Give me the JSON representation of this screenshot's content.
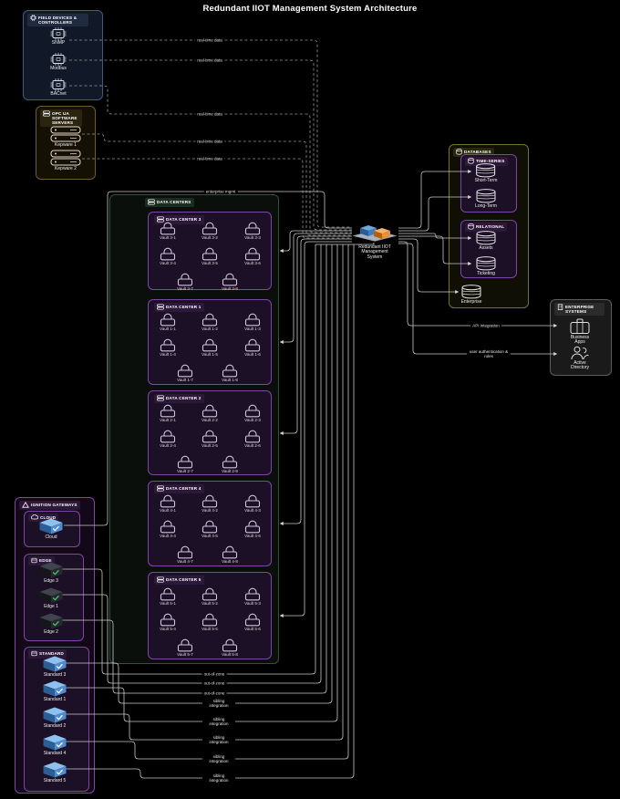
{
  "title": "Redundant IIOT Management System Architecture",
  "colors": {
    "background": "#000000",
    "purple_accent": "#7f46a6",
    "green_accent": "#31523d",
    "blue_accent": "#46587e",
    "olive_accent": "#75752f",
    "gray_accent": "#5d5d5d",
    "line": "#c8c8c8",
    "core_orange": "#e69138",
    "core_blue": "#3f7cc0",
    "gateway_blue": "#4f8cd0",
    "edge_check_green": "#46c06a"
  },
  "edge_labels": {
    "real_time": "real-time data",
    "enterprise_mgmt": "enterprise mgmt",
    "api_integration": "API integration",
    "user_auth": "user authentication & roles",
    "out_of_zone": "out-of-zone",
    "sibling": "sibling integration"
  },
  "groups": {
    "field_devices": {
      "title": "FIELD DEVICES & CONTROLLERS",
      "nodes": [
        "SNMP",
        "Modbus",
        "BACnet"
      ]
    },
    "opc_servers": {
      "title": "OPC UA SOFTWARE SERVERS",
      "nodes": [
        "Kepware 1",
        "Kepware 2"
      ]
    },
    "ignition_gateways": {
      "title": "IGNITION GATEWAYS",
      "cloud": {
        "title": "CLOUD",
        "nodes": [
          "Cloud"
        ]
      },
      "edge": {
        "title": "EDGE",
        "nodes": [
          "Edge 3",
          "Edge 1",
          "Edge 2"
        ]
      },
      "standard": {
        "title": "STANDARD",
        "nodes": [
          "Standard 3",
          "Standard 1",
          "Standard 2",
          "Standard 4",
          "Standard 5"
        ]
      }
    },
    "data_centers": {
      "title": "DATA CENTERS",
      "centers": [
        {
          "title": "DATA CENTER 3",
          "vaults": [
            "Vault 3-1",
            "Vault 3-2",
            "Vault 3-3",
            "Vault 3-4",
            "Vault 3-5",
            "Vault 3-6",
            "Vault 3-7",
            "Vault 3-8"
          ]
        },
        {
          "title": "DATA CENTER 1",
          "vaults": [
            "Vault 1-1",
            "Vault 1-2",
            "Vault 1-3",
            "Vault 1-4",
            "Vault 1-5",
            "Vault 1-6",
            "Vault 1-7",
            "Vault 1-8"
          ]
        },
        {
          "title": "DATA CENTER 2",
          "vaults": [
            "Vault 2-1",
            "Vault 2-2",
            "Vault 2-3",
            "Vault 2-4",
            "Vault 2-5",
            "Vault 2-6",
            "Vault 2-7",
            "Vault 2-8"
          ]
        },
        {
          "title": "DATA CENTER 4",
          "vaults": [
            "Vault 4-1",
            "Vault 4-2",
            "Vault 4-3",
            "Vault 4-4",
            "Vault 4-5",
            "Vault 4-6",
            "Vault 4-7",
            "Vault 4-8"
          ]
        },
        {
          "title": "DATA CENTER 5",
          "vaults": [
            "Vault 5-1",
            "Vault 5-2",
            "Vault 5-3",
            "Vault 5-4",
            "Vault 5-5",
            "Vault 5-6",
            "Vault 5-7",
            "Vault 5-8"
          ]
        }
      ]
    },
    "databases": {
      "title": "DATABASES",
      "time_series": {
        "title": "TIME-SERIES",
        "nodes": [
          "Short-Term",
          "Long-Term"
        ]
      },
      "relational": {
        "title": "RELATIONAL",
        "nodes": [
          "Assets",
          "Ticketing"
        ]
      },
      "enterprise_label": "Enterprise"
    },
    "enterprise_systems": {
      "title": "ENTERPRISE SYSTEMS",
      "nodes": [
        "Business Apps",
        "Active Directory"
      ]
    },
    "core_label": "Redundant IIOT Management System"
  }
}
